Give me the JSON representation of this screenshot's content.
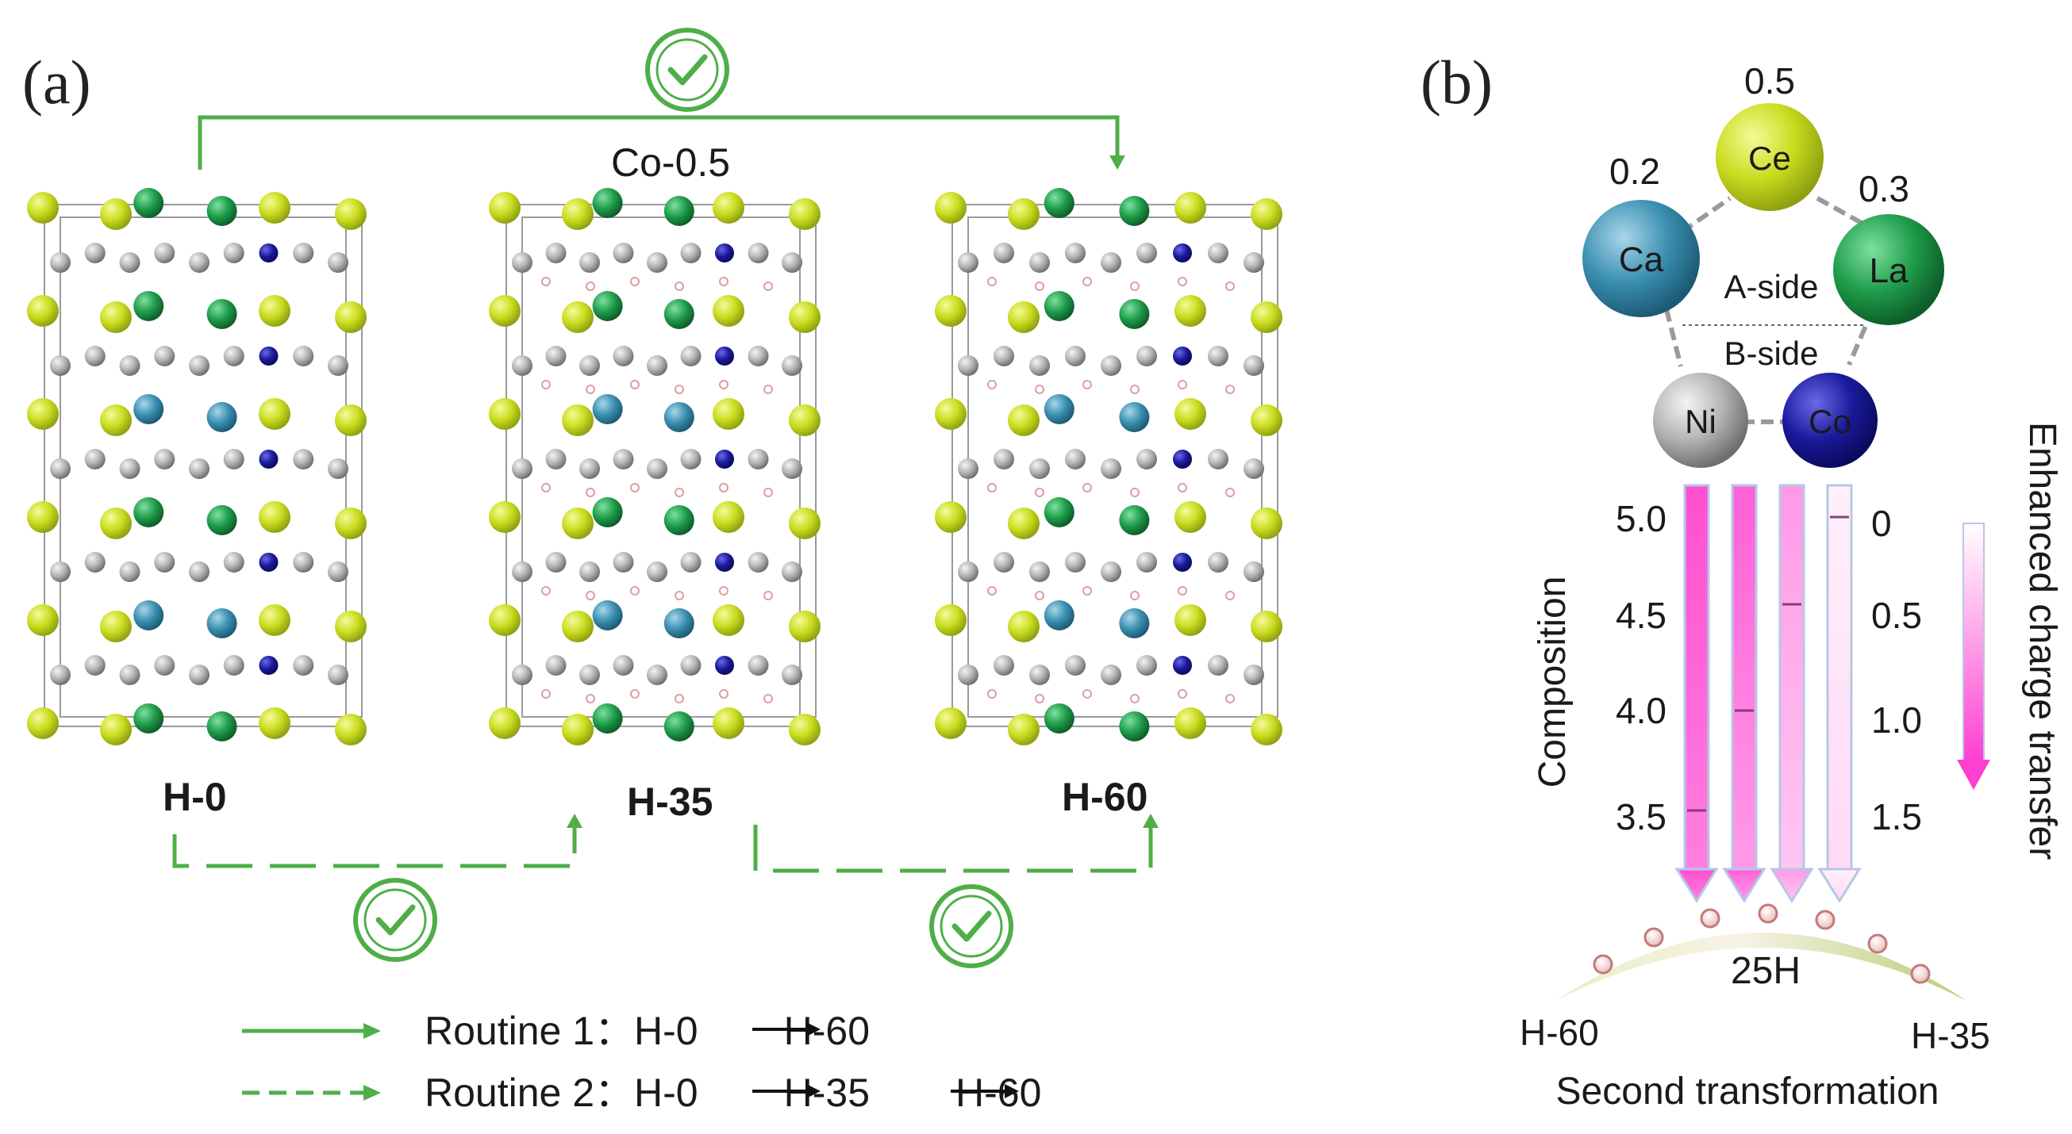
{
  "panel_a": {
    "label": "(a)",
    "composition_label": "Co-0.5",
    "structures": [
      "H-0",
      "H-35",
      "H-60"
    ],
    "routines": [
      {
        "prefix": "Routine 1：",
        "steps": [
          "H-0",
          "H-60"
        ],
        "style": "solid"
      },
      {
        "prefix": "Routine 2：",
        "steps": [
          "H-0",
          "H-35",
          "H-60"
        ],
        "style": "dashed"
      }
    ]
  },
  "panel_b": {
    "label": "(b)",
    "elements": [
      {
        "symbol": "Ce",
        "value": "0.5",
        "color": "#c9dc1e"
      },
      {
        "symbol": "Ca",
        "value": "0.2",
        "color": "#3a8fb0"
      },
      {
        "symbol": "La",
        "value": "0.3",
        "color": "#1e9c4a"
      },
      {
        "symbol": "Ni",
        "value": "",
        "color": "#a9a9a9"
      },
      {
        "symbol": "Co",
        "value": "",
        "color": "#1a1a9c"
      }
    ],
    "a_side_label": "A-side",
    "b_side_label": "B-side",
    "left_axis_title": "Composition",
    "left_ticks": [
      "5.0",
      "4.5",
      "4.0",
      "3.5"
    ],
    "right_ticks": [
      "0",
      "0.5",
      "1.0",
      "1.5"
    ],
    "right_axis_title": "Enhanced charge transfer",
    "bottom_center_label": "25H",
    "bottom_left_label": "H-60",
    "bottom_right_label": "H-35",
    "bottom_caption": "Second transformation"
  },
  "colors": {
    "arrow_green": "#4fae48",
    "ce_yellow": "#c9dc1e",
    "la_green": "#1e9c4a",
    "ca_blue": "#3a8fb0",
    "co_navy": "#1a1a9c",
    "ni_gray": "#a9a9a9",
    "magenta": "#ff5ed8"
  }
}
